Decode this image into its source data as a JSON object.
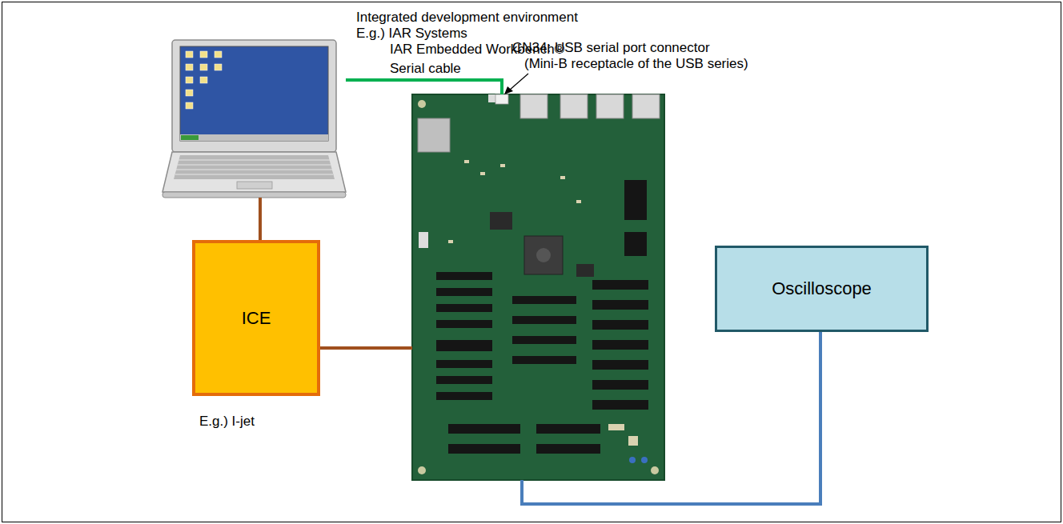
{
  "diagram": {
    "nodes": [
      {
        "text": [
          "Integrated development environment",
          "E.g.) IAR Systems",
          "IAR Embedded Workbench®"
        ]
      },
      {
        "text": [
          "CN34: USB serial port connector",
          "(Mini-B receptacle of the USB series)"
        ]
      },
      {
        "text": [
          "ICE",
          "E.g.) I-jet"
        ]
      },
      {
        "text": [
          "Oscilloscope"
        ]
      }
    ],
    "edges": [
      {
        "from": 0,
        "to": 1,
        "label": "Serial cable",
        "arrow": "none"
      },
      {
        "from": 0,
        "to": 2,
        "arrow": "none"
      },
      {
        "from": 2,
        "to": 1,
        "arrow": "none"
      },
      {
        "from": 1,
        "to": 3,
        "arrow": "none"
      }
    ]
  }
}
